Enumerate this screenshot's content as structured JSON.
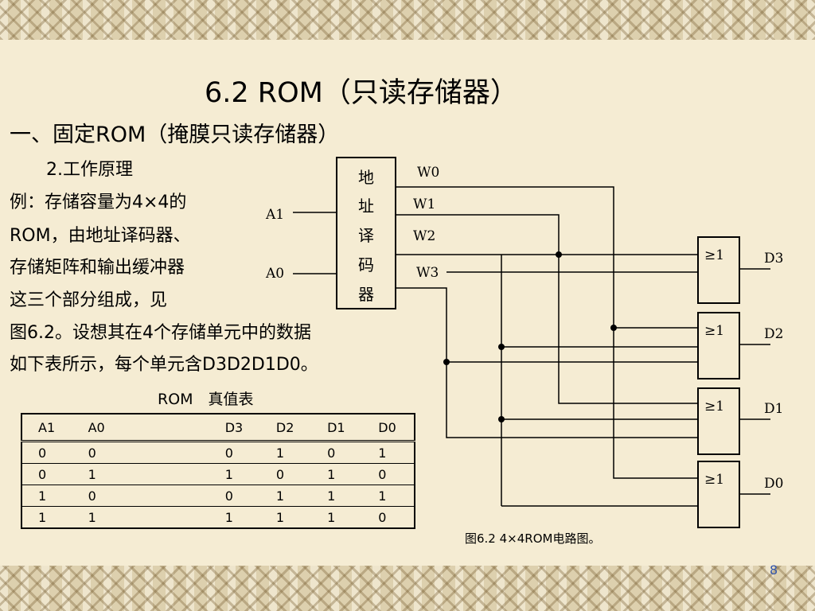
{
  "slide": {
    "title": "6.2 ROM（只读存储器）",
    "heading": "一、固定ROM（掩膜只读存储器）",
    "subheading": "2.工作原理",
    "paragraph_lines": [
      "例：存储容量为4×4的",
      "ROM，由地址译码器、",
      "存储矩阵和输出缓冲器",
      "这三个部分组成，见",
      "图6.2。设想其在4个存储单元中的数据",
      "如下表所示，每个单元含D3D2D1D0。"
    ],
    "page_number": "8"
  },
  "truth_table": {
    "caption": "ROM　真值表",
    "headers": [
      "A1",
      "A0",
      "D3",
      "D2",
      "D1",
      "D0"
    ],
    "rows": [
      [
        "0",
        "0",
        "0",
        "1",
        "0",
        "1"
      ],
      [
        "0",
        "1",
        "1",
        "0",
        "1",
        "0"
      ],
      [
        "1",
        "0",
        "0",
        "1",
        "1",
        "1"
      ],
      [
        "1",
        "1",
        "1",
        "1",
        "1",
        "0"
      ]
    ]
  },
  "circuit": {
    "decoder_label_chars": [
      "地",
      "址",
      "译",
      "码",
      "器"
    ],
    "input_labels": [
      "A1",
      "A0"
    ],
    "word_lines": [
      "W0",
      "W1",
      "W2",
      "W3"
    ],
    "gate_label": "≥1",
    "outputs": [
      "D3",
      "D2",
      "D1",
      "D0"
    ],
    "caption": "图6.2  4×4ROM电路图。"
  },
  "colors": {
    "background": "#f5ecd3",
    "page_number": "#3355aa"
  }
}
